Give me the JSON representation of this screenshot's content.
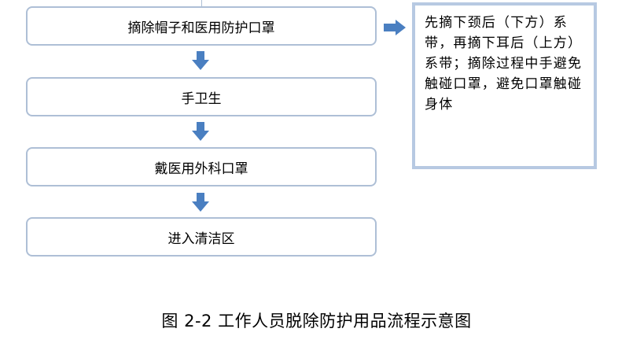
{
  "steps": [
    {
      "label": "摘除帽子和医用防护口罩"
    },
    {
      "label": "手卫生"
    },
    {
      "label": "戴医用外科口罩"
    },
    {
      "label": "进入清洁区"
    }
  ],
  "note": {
    "text": "先摘下颈后（下方）系带，再摘下耳后（上方）系带；摘除过程中手避免触碰口罩，避免口罩触碰身体"
  },
  "caption": "图 2-2 工作人员脱除防护用品流程示意图",
  "colors": {
    "box_border": "#aebfd6",
    "note_border": "#b7c9e2",
    "arrow_fill": "#4a7fc1"
  }
}
